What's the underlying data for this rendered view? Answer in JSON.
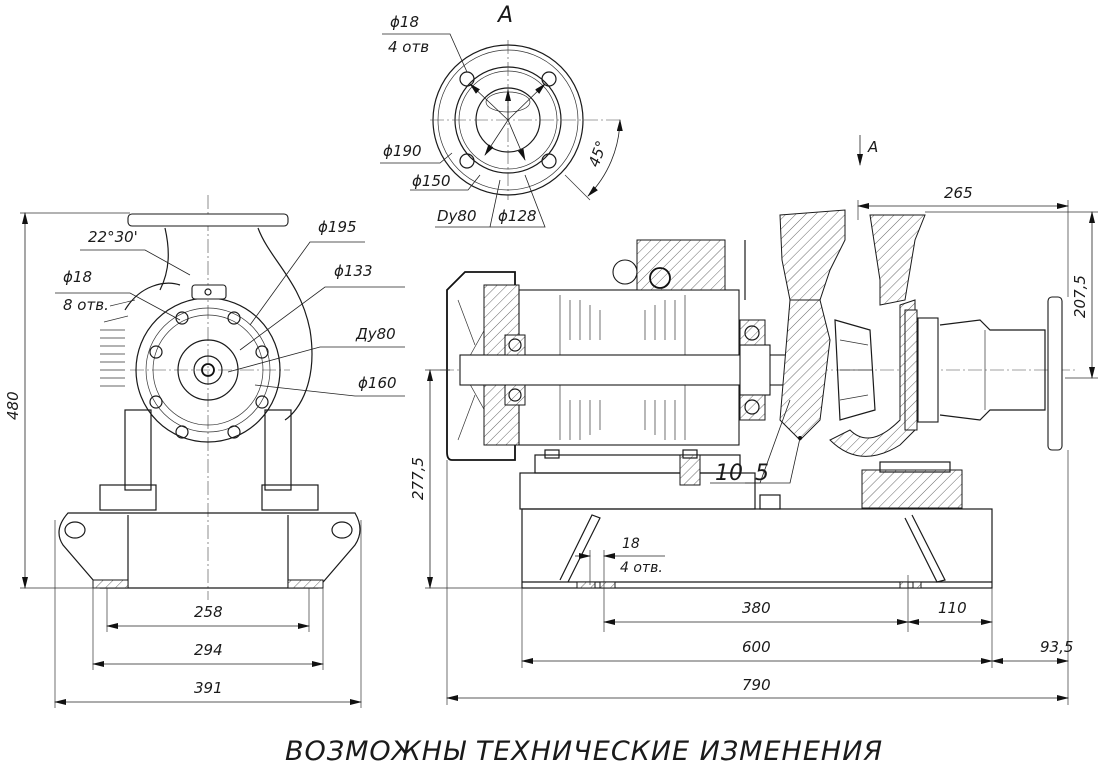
{
  "drawing": {
    "title": "Pump unit general arrangement drawing",
    "footer_note": "ВОЗМОЖНЫ ТЕХНИЧЕСКИЕ ИЗМЕНЕНИЯ"
  },
  "view_a": {
    "label": "A",
    "bolt_hole_dia": "ϕ18",
    "bolt_hole_count": "4 отв",
    "outer_dia": "ϕ190",
    "bolt_circle_dia": "ϕ150",
    "nominal_bore": "Dy80",
    "raised_face_dia": "ϕ128",
    "angle": "45°"
  },
  "front_view": {
    "angle": "22°30'",
    "bolt_hole_dia": "ϕ18",
    "bolt_hole_count": "8 отв.",
    "outer_dia": "ϕ195",
    "raised_face_dia": "ϕ133",
    "nominal_bore": "Ду80",
    "bolt_circle_dia": "ϕ160",
    "height_total": "480",
    "width_258": "258",
    "width_294": "294",
    "width_391": "391"
  },
  "side_view": {
    "view_arrow_label": "A",
    "discharge_offset": "265",
    "discharge_height": "207,5",
    "shaft_height": "277,5",
    "callout_10": "10",
    "callout_5": "5",
    "base_hole_dia": "18",
    "base_hole_count": "4 отв.",
    "hole_spacing": "380",
    "hole_edge": "110",
    "base_length": "600",
    "overhang": "93,5",
    "total_length": "790"
  }
}
